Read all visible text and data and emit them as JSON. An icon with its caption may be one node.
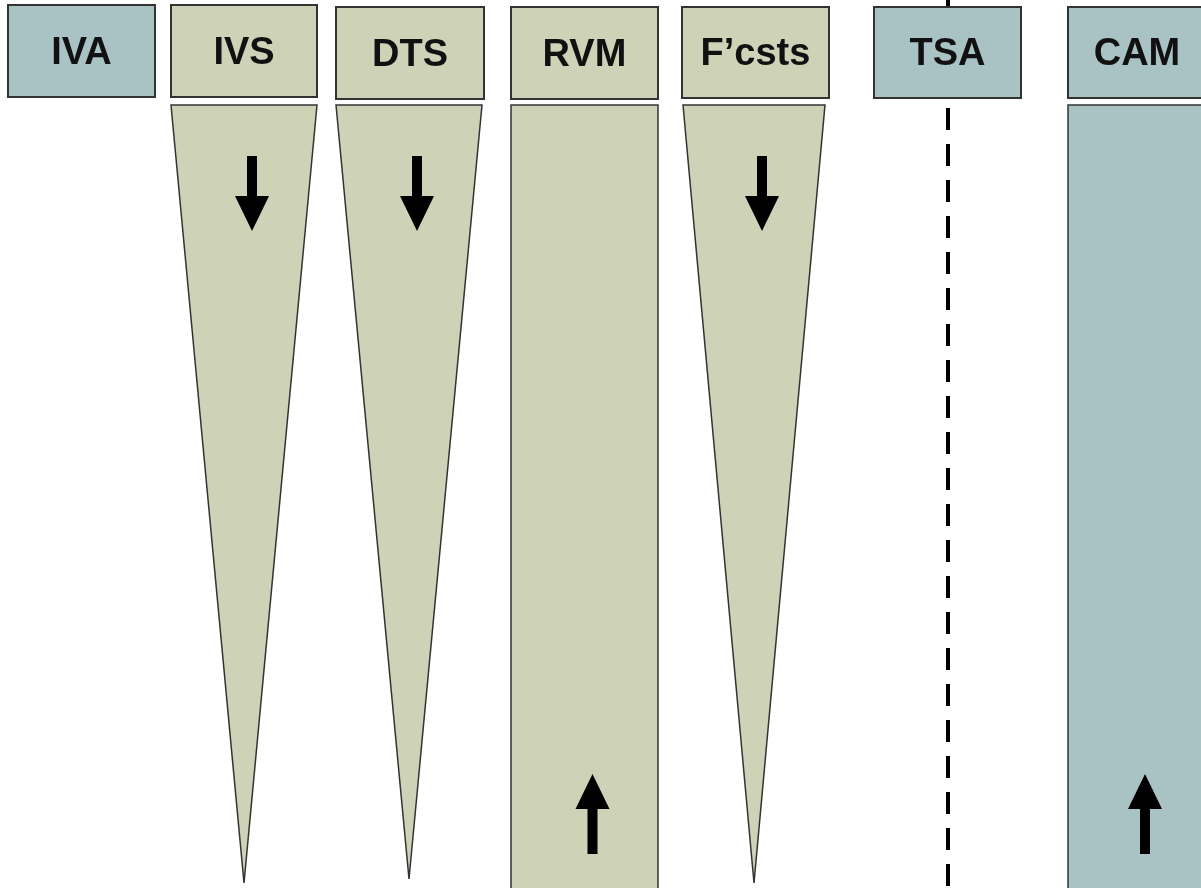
{
  "diagram": {
    "nodes": [
      {
        "text": [
          "IVA"
        ]
      },
      {
        "text": [
          "IVS"
        ]
      },
      {
        "text": [
          "DTS"
        ]
      },
      {
        "text": [
          "RVM"
        ]
      },
      {
        "text": [
          "F’csts"
        ]
      },
      {
        "text": [
          "TSA"
        ]
      },
      {
        "text": [
          "CAM"
        ]
      },
      {
        "text": [],
        "shape": "triangle"
      },
      {
        "text": [],
        "shape": "triangle"
      },
      {
        "text": [],
        "shape": "bar"
      },
      {
        "text": [],
        "shape": "triangle"
      },
      {
        "text": [],
        "shape": "bar"
      }
    ],
    "edges": []
  }
}
